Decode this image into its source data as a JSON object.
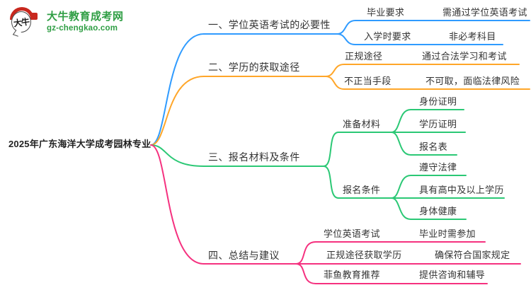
{
  "site": {
    "logo_icon_text": "大牛",
    "logo_title": "大牛教育成考网",
    "logo_subtitle": "gz-chengkao.com",
    "logo_color": "#2f9e44",
    "logo_seal_color": "#c8281e"
  },
  "root": {
    "label": "2025年广东海洋大学成考园林专业"
  },
  "text_color": "#333333",
  "branches": [
    {
      "label": "一、学位英语考试的必要性",
      "color": "#2f9bff",
      "children": [
        {
          "label": "毕业要求",
          "value": "需通过学位英语考试"
        },
        {
          "label": "入学时要求",
          "value": "非必考科目"
        }
      ]
    },
    {
      "label": "二、学历的获取途径",
      "color": "#ffa629",
      "children": [
        {
          "label": "正规途径",
          "value": "通过合法学习和考试"
        },
        {
          "label": "不正当手段",
          "value": "不可取，面临法律风险"
        }
      ]
    },
    {
      "label": "三、报名材料及条件",
      "color": "#2bc875",
      "children": [
        {
          "label": "准备材料",
          "items": [
            "身份证明",
            "学历证明",
            "报名表"
          ]
        },
        {
          "label": "报名条件",
          "items": [
            "遵守法律",
            "具有高中及以上学历",
            "身体健康"
          ]
        }
      ]
    },
    {
      "label": "四、总结与建议",
      "color": "#f5317f",
      "children": [
        {
          "label": "学位英语考试",
          "value": "毕业时需参加"
        },
        {
          "label": "正规途径获取学历",
          "value": "确保符合国家规定"
        },
        {
          "label": "菲鱼教育推荐",
          "value": "提供咨询和辅导"
        }
      ]
    }
  ]
}
